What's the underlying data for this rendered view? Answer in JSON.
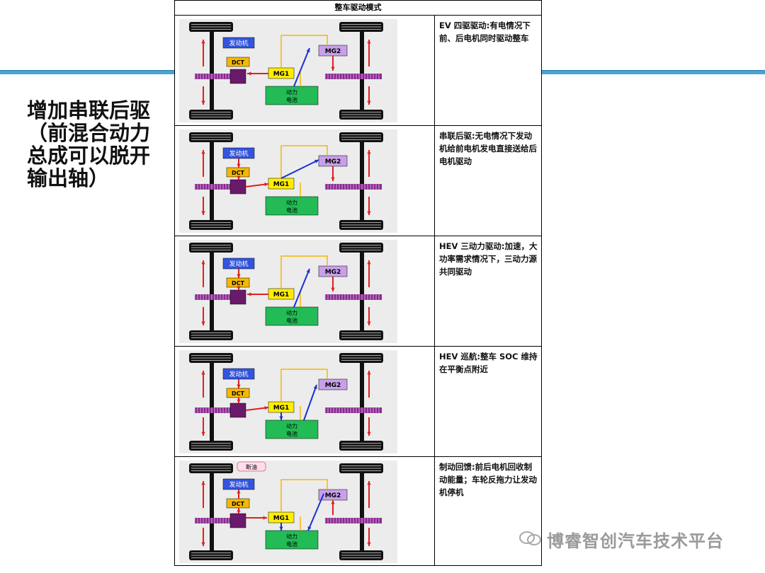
{
  "side_title": [
    "增加串联后驱",
    "（前混合动力",
    "总成可以脱开",
    "输出轴）"
  ],
  "table": {
    "header": "整车驱动模式",
    "rows": [
      {
        "description": "EV 四驱驱动:有电情况下前、后电机同时驱动整车"
      },
      {
        "description": "串联后驱:无电情况下发动机给前电机发电直接送给后电机驱动"
      },
      {
        "description": "HEV 三动力驱动:加速，大功率需求情况下，三动力源共同驱动"
      },
      {
        "description": "HEV 巡航:整车 SOC 维持在平衡点附近"
      },
      {
        "description": "制动回馈:前后电机回收制动能量；车轮反拖力让发动机停机"
      }
    ]
  },
  "diagram_labels": {
    "engine": "发动机",
    "dct": "DCT",
    "mg1": "MG1",
    "mg2": "MG2",
    "battery_line1": "动力",
    "battery_line2": "电池",
    "fuel_cut": "断油"
  },
  "watermark": "博睿智创汽车技术平台",
  "colors": {
    "accent_line": "#4aa3d0",
    "engine_box": "#3355dd",
    "dct_box": "#f5b800",
    "mg1_box": "#ffee00",
    "mg2_box": "#c8a0e8",
    "battery_box": "#22bb55",
    "arrow_red": "#e02020",
    "arrow_blue": "#1a2fd0",
    "wire_orange": "#f5b800"
  }
}
